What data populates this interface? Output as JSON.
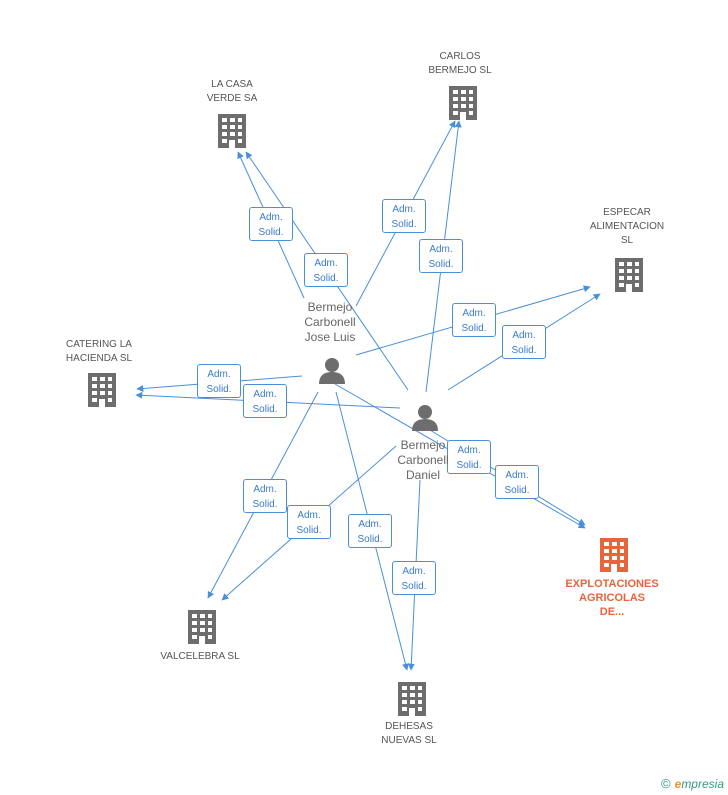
{
  "nodes": {
    "la_casa": {
      "label_lines": [
        "LA CASA",
        "VERDE SA"
      ]
    },
    "carlos": {
      "label_lines": [
        "CARLOS",
        "BERMEJO SL"
      ]
    },
    "especar": {
      "label_lines": [
        "ESPECAR",
        "ALIMENTACION",
        "SL"
      ]
    },
    "catering": {
      "label_lines": [
        "CATERING LA",
        "HACIENDA SL"
      ]
    },
    "explotaciones": {
      "label_lines": [
        "EXPLOTACIONES",
        "AGRICOLAS",
        "DE..."
      ]
    },
    "valcelebra": {
      "label_lines": [
        "VALCELEBRA SL"
      ]
    },
    "dehesas": {
      "label_lines": [
        "DEHESAS",
        "NUEVAS SL"
      ]
    },
    "jose_luis": {
      "label_lines": [
        "Bermejo",
        "Carbonell",
        "Jose Luis"
      ]
    },
    "daniel": {
      "label_lines": [
        "Bermejo",
        "Carbonell",
        "Daniel"
      ]
    }
  },
  "edge_label": [
    "Adm.",
    "Solid."
  ],
  "footer": {
    "copyright": "©",
    "brand_e": "e",
    "brand_rest": "mpresia"
  },
  "colors": {
    "edge": "#4a90d9",
    "company": "#6d6d6d",
    "focus": "#e8643a",
    "person": "#6d6d6d"
  }
}
